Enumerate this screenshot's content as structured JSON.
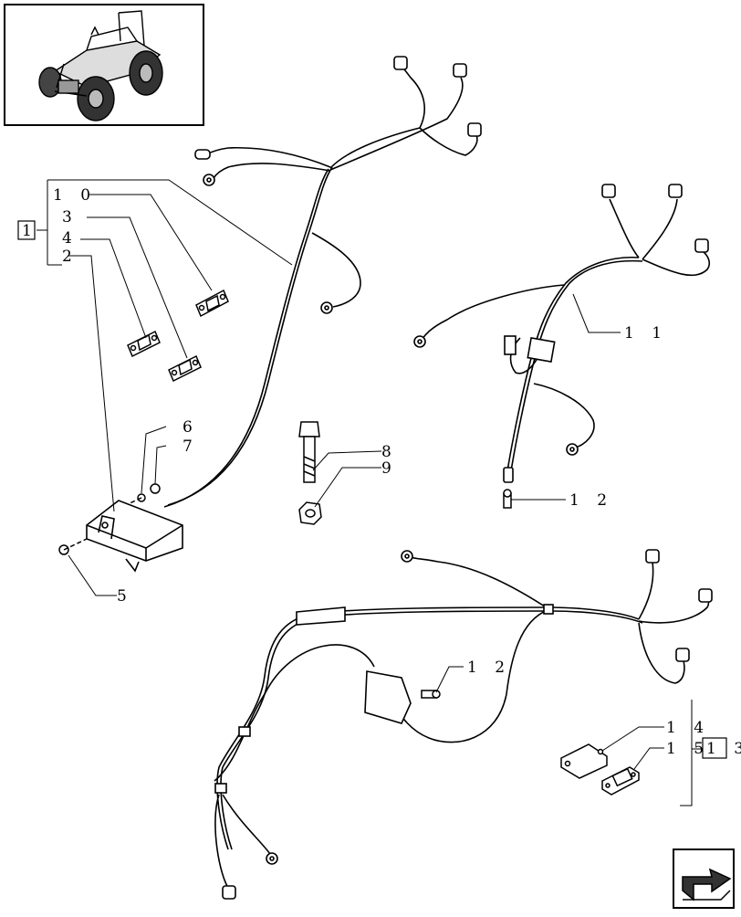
{
  "callouts": {
    "c1": "1",
    "c10": "1 0",
    "c3": "3",
    "c4": "4",
    "c2": "2",
    "c6": "6",
    "c7": "7",
    "c5": "5",
    "c8": "8",
    "c9": "9",
    "c11": "1 1",
    "c12a": "1 2",
    "c12b": "1 2",
    "c13": "1 3",
    "c14": "1 4",
    "c15": "1 5"
  },
  "icons": {
    "thumbnail": "tractor-thumbnail-icon",
    "nav": "next-page-arrow-icon"
  }
}
